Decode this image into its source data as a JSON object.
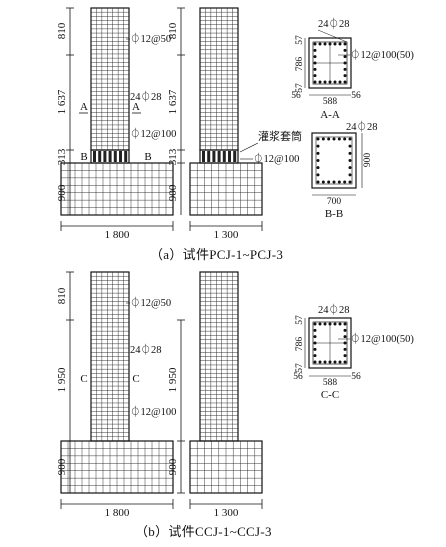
{
  "panel_a": {
    "caption": "（a）试件PCJ-1~PCJ-3",
    "col1": {
      "dim_top": "810",
      "dim_mid": "1 637",
      "dim_joint": "313",
      "dim_base": "900",
      "dim_width": "1 800",
      "sec_a_left": "A",
      "sec_a_right": "A",
      "sec_b_left": "B",
      "sec_b_right": "B",
      "label_stirrup_top": "⏀12@50",
      "label_longbar": "24⏀28",
      "label_stirrup_mid": "⏀12@100"
    },
    "col2": {
      "dim_top": "810",
      "dim_mid": "1 637",
      "dim_joint": "313",
      "dim_base": "900",
      "dim_width": "1 300",
      "label_sleeve": "灌浆套筒",
      "label_stirrup": "⏀12@100"
    },
    "section_aa": {
      "label_bars": "24⏀28",
      "label_stirrup": "⏀12@100(50)",
      "dim_top": "57",
      "dim_h": "786",
      "dim_bot": "57",
      "dim_w_left": "56",
      "dim_w": "588",
      "dim_w_right": "56",
      "title": "A-A"
    },
    "section_bb": {
      "label_bars": "24⏀28",
      "dim_h": "900",
      "dim_w": "700",
      "title": "B-B"
    }
  },
  "panel_b": {
    "caption": "（b）试件CCJ-1~CCJ-3",
    "col1": {
      "dim_top": "810",
      "dim_mid": "1 950",
      "dim_base": "900",
      "dim_width": "1 800",
      "sec_c_left": "C",
      "sec_c_right": "C",
      "label_stirrup_top": "⏀12@50",
      "label_longbar": "24⏀28",
      "label_stirrup_mid": "⏀12@100"
    },
    "col2": {
      "dim_mid": "1 950",
      "dim_base": "900",
      "dim_width": "1 300"
    },
    "section_cc": {
      "label_bars": "24⏀28",
      "label_stirrup": "⏀12@100(50)",
      "dim_top": "57",
      "dim_h": "786",
      "dim_bot": "57",
      "dim_w_left": "56",
      "dim_w": "588",
      "dim_w_right": "56",
      "title": "C-C"
    }
  }
}
